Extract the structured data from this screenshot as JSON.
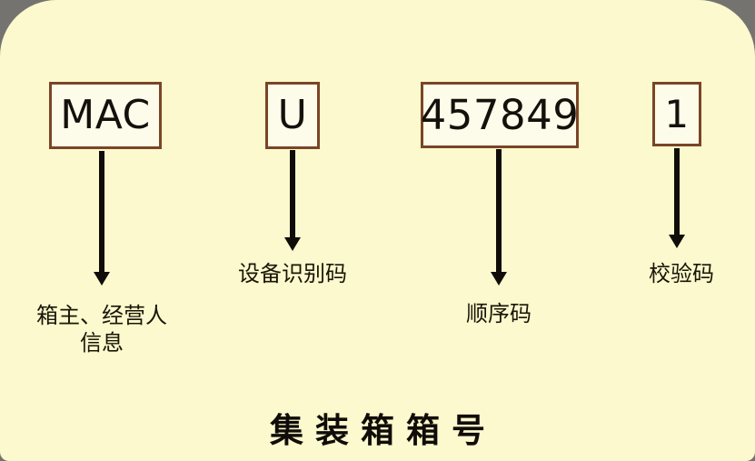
{
  "diagram": {
    "title": "集装箱箱号",
    "background_color": "#fbf9cd",
    "backdrop_color": "#75736f",
    "box_border_color": "#7a4526",
    "box_fill_color": "#fdfcea",
    "arrow_color": "#100d08",
    "segments": [
      {
        "id": "owner",
        "code": "MAC",
        "caption": "箱主、经营人\n信息"
      },
      {
        "id": "equipment",
        "code": "U",
        "caption": "设备识别码"
      },
      {
        "id": "serial",
        "code": "457849",
        "caption": "顺序码"
      },
      {
        "id": "check",
        "code": "1",
        "caption": "校验码"
      }
    ]
  }
}
